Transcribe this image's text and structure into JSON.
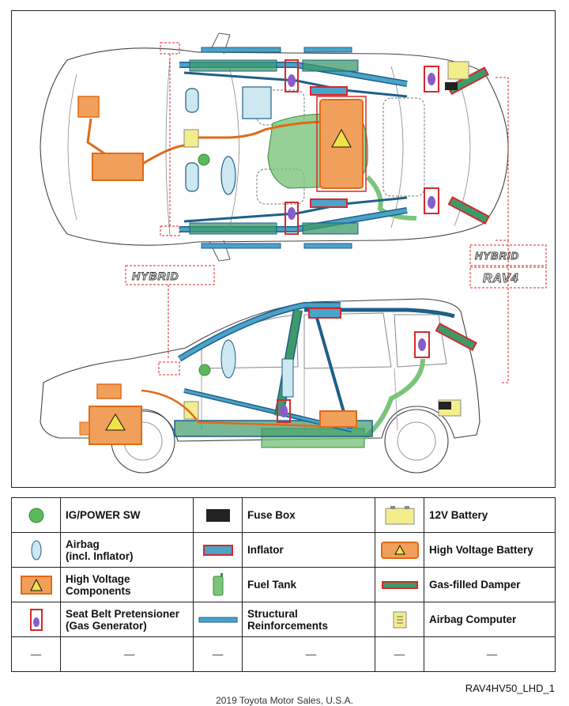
{
  "diagram": {
    "hybrid_badge": "HYBRID",
    "model_badge": "RAV4"
  },
  "legend": {
    "rows": [
      [
        {
          "icon": "ig-power-switch-icon",
          "label_lines": [
            "IG/POWER SW"
          ]
        },
        {
          "icon": "fuse-box-icon",
          "label_lines": [
            "Fuse Box"
          ]
        },
        {
          "icon": "12v-battery-icon",
          "label_lines": [
            "12V Battery"
          ]
        }
      ],
      [
        {
          "icon": "airbag-icon",
          "label_lines": [
            "Airbag",
            "(incl. Inflator)"
          ]
        },
        {
          "icon": "inflator-icon",
          "label_lines": [
            "Inflator"
          ]
        },
        {
          "icon": "high-voltage-battery-icon",
          "label_lines": [
            "High Voltage Battery"
          ]
        }
      ],
      [
        {
          "icon": "high-voltage-components-icon",
          "label_lines": [
            "High Voltage",
            "Components"
          ]
        },
        {
          "icon": "fuel-tank-icon",
          "label_lines": [
            "Fuel Tank"
          ]
        },
        {
          "icon": "gas-filled-damper-icon",
          "label_lines": [
            "Gas-filled Damper"
          ]
        }
      ],
      [
        {
          "icon": "seat-belt-pretensioner-icon",
          "label_lines": [
            "Seat Belt Pretensioner",
            "(Gas Generator)"
          ]
        },
        {
          "icon": "structural-reinforcement-icon",
          "label_lines": [
            "Structural",
            "Reinforcements"
          ]
        },
        {
          "icon": "airbag-computer-icon",
          "label_lines": [
            "Airbag Computer"
          ]
        }
      ],
      [
        {
          "icon": "",
          "label_lines": [
            "—"
          ]
        },
        {
          "icon": "",
          "label_lines": [
            "—"
          ]
        },
        {
          "icon": "",
          "label_lines": [
            "—"
          ]
        }
      ]
    ],
    "empty_icon_text": "—"
  },
  "footer": {
    "code": "RAV4HV50_LHD_1",
    "copyright": "2019 Toyota Motor Sales, U.S.A."
  },
  "colors": {
    "structural": "#4aa3c9",
    "structural_fill": "#3d9a6a",
    "airbag": "#cde8f0",
    "high_voltage": "#f0a05a",
    "hv_border": "#e06a1a",
    "fuel_tank": "#7cc47c",
    "red_outline": "#d42a2a",
    "pretensioner": "#8a5cc9",
    "battery_12v": "#f3ee8c",
    "fuse_box": "#222222",
    "ig_switch": "#5cb85c"
  }
}
